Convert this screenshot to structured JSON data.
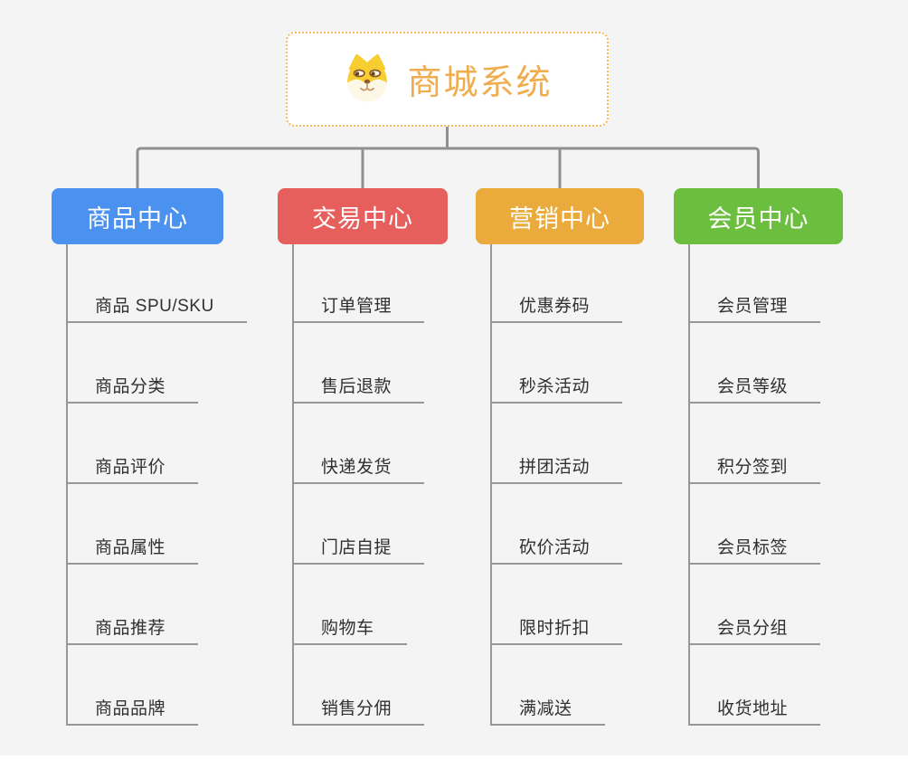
{
  "root": {
    "label": "商城系统",
    "icon": "shiba-dog-icon"
  },
  "branches": [
    {
      "id": "product-center",
      "label": "商品中心",
      "color": "#4b91f0",
      "children": [
        "商品 SPU/SKU",
        "商品分类",
        "商品评价",
        "商品属性",
        "商品推荐",
        "商品品牌"
      ]
    },
    {
      "id": "trade-center",
      "label": "交易中心",
      "color": "#e65f5c",
      "children": [
        "订单管理",
        "售后退款",
        "快递发货",
        "门店自提",
        "购物车",
        "销售分佣"
      ]
    },
    {
      "id": "marketing-center",
      "label": "营销中心",
      "color": "#eaaa3c",
      "children": [
        "优惠券码",
        "秒杀活动",
        "拼团活动",
        "砍价活动",
        "限时折扣",
        "满减送"
      ]
    },
    {
      "id": "member-center",
      "label": "会员中心",
      "color": "#6cbe3e",
      "children": [
        "会员管理",
        "会员等级",
        "积分签到",
        "会员标签",
        "会员分组",
        "收货地址"
      ]
    }
  ],
  "colors": {
    "background": "#f4f4f4",
    "root_border": "#f4bb5e",
    "root_text": "#f0ad4e",
    "connector": "#909090",
    "child_line": "#979797",
    "child_text": "#303030"
  }
}
